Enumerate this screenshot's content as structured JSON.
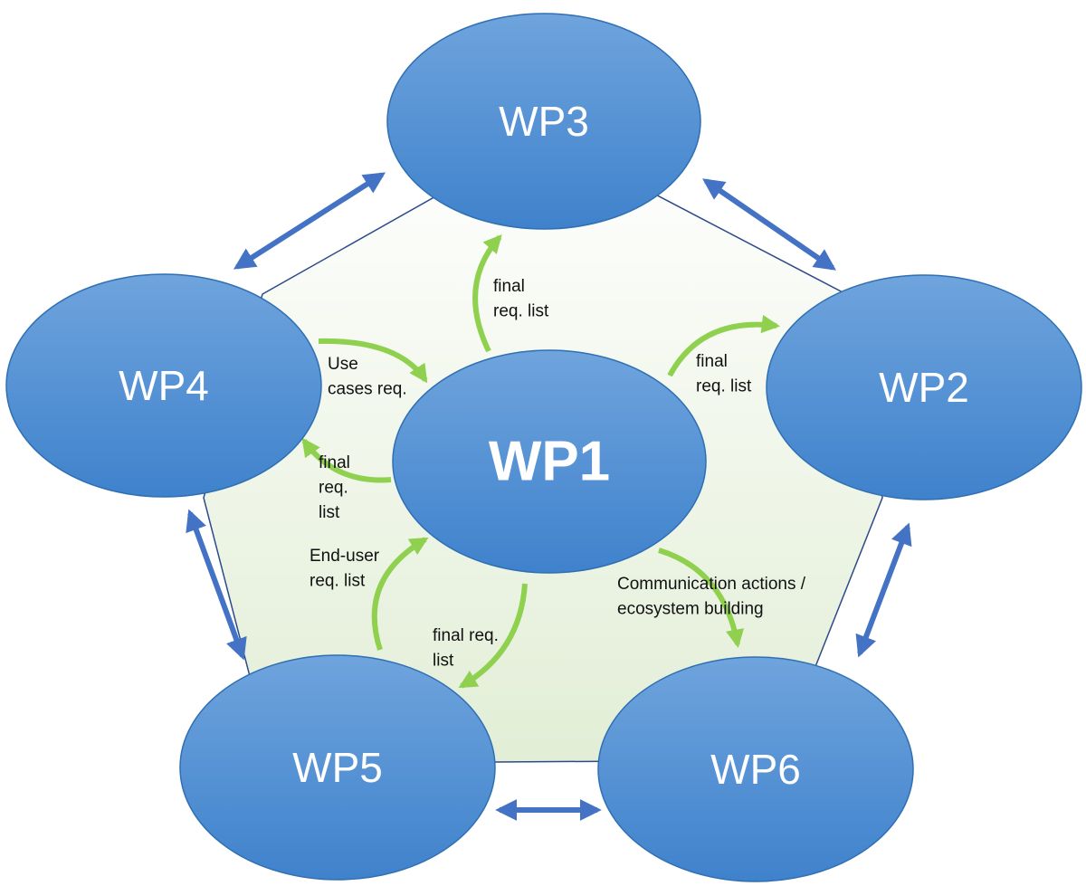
{
  "colors": {
    "node_fill_top": "#6fa4dd",
    "node_fill_bottom": "#3f82cc",
    "node_stroke": "#2f6fb3",
    "pentagon_fill": "#e6f0da",
    "pentagon_stroke": "#2e4a8a",
    "peer_arrow": "#4472c4",
    "flow_arrow": "#8fd14f"
  },
  "nodes": {
    "wp1": "WP1",
    "wp2": "WP2",
    "wp3": "WP3",
    "wp4": "WP4",
    "wp5": "WP5",
    "wp6": "WP6"
  },
  "edges": {
    "wp1_to_wp3": [
      "final",
      "req. list"
    ],
    "wp1_to_wp2": [
      "final",
      "req. list"
    ],
    "wp4_to_wp1": [
      "Use",
      "cases req."
    ],
    "wp1_to_wp4": [
      "final",
      "req.",
      "list"
    ],
    "wp5_to_wp1": [
      "End-user",
      "req. list"
    ],
    "wp1_to_wp5": [
      "final req.",
      "list"
    ],
    "wp1_to_wp6": [
      "Communication actions /",
      "ecosystem building"
    ]
  }
}
